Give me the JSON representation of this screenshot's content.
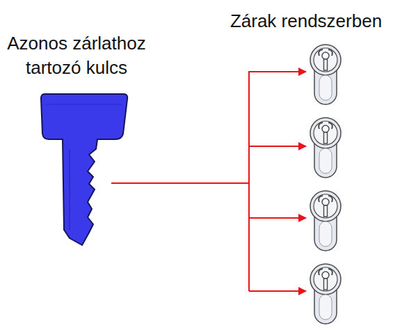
{
  "diagram": {
    "nodes": [
      {
        "text": [
          "Azonos zárlathoz tartozó kulcs"
        ]
      },
      {
        "text": [
          "Zárak rendszerben"
        ]
      }
    ],
    "edges": [
      {
        "from": 0,
        "to": 1,
        "arrow": "to"
      }
    ]
  }
}
